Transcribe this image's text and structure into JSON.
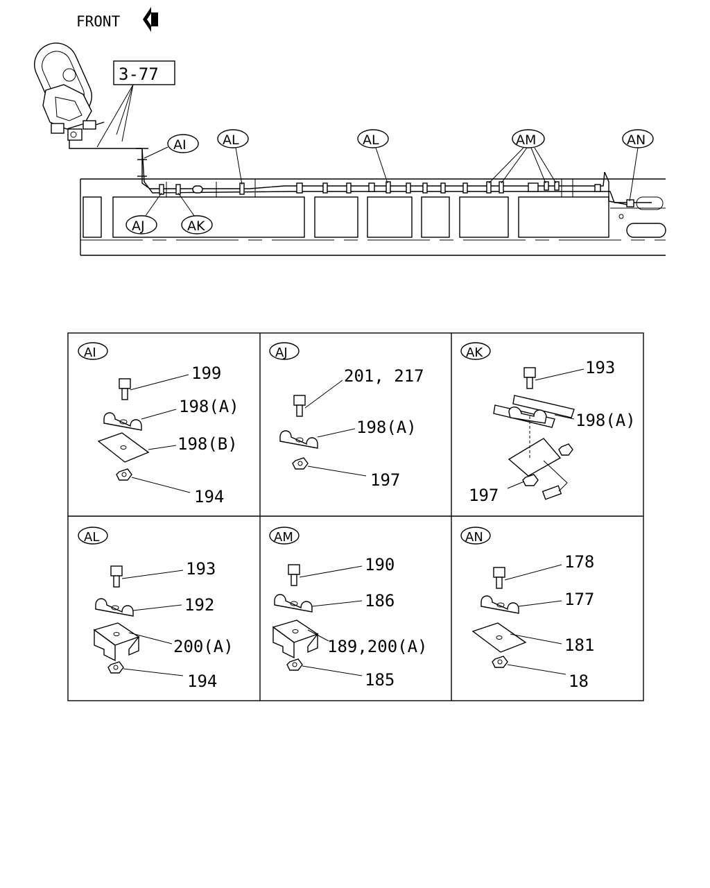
{
  "header": {
    "front_label": "FRONT",
    "reference": "3-77"
  },
  "callouts": {
    "ai": "AI",
    "aj": "AJ",
    "ak": "AK",
    "al": "AL",
    "am": "AM",
    "an": "AN"
  },
  "detail_panels": [
    {
      "code": "AI",
      "parts": [
        "199",
        "198(A)",
        "198(B)",
        "194"
      ]
    },
    {
      "code": "AJ",
      "parts": [
        "201, 217",
        "198(A)",
        "197"
      ]
    },
    {
      "code": "AK",
      "parts": [
        "193",
        "198(A)",
        "197"
      ]
    },
    {
      "code": "AL",
      "parts": [
        "193",
        "192",
        "200(A)",
        "194"
      ]
    },
    {
      "code": "AM",
      "parts": [
        "190",
        "186",
        "189,200(A)",
        "185"
      ]
    },
    {
      "code": "AN",
      "parts": [
        "178",
        "177",
        "181",
        "18"
      ]
    }
  ]
}
